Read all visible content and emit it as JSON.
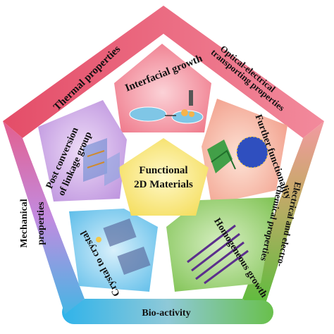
{
  "center": {
    "line1": "Functional",
    "line2": "2D Materials"
  },
  "outer": {
    "top_left": "Thermal properties",
    "top_right_line1": "Optical-electrical",
    "top_right_line2": "transporting properties",
    "right_line1": "Electrical and electro-",
    "right_line2": "chemical properties",
    "bottom": "Bio-activity",
    "left_line1": "Mechanical",
    "left_line2": "properties"
  },
  "inner": {
    "top": "Interfacial growth",
    "right": "Further functionality",
    "bottom_right": "Homogeneous growth",
    "bottom_left": "Crystal to crystal",
    "left_line1": "Post conversion",
    "left_line2": "of linkage group"
  },
  "colors": {
    "band_top_left": "#e7566f",
    "band_top_right": "#f4889a",
    "band_right": "#5fbf3b",
    "band_bottom": "#2bb5e6",
    "band_left": "#c58ce0",
    "tile_top": "#f17d8d",
    "tile_right": "#f4a78f",
    "tile_bottom_right": "#8cc95a",
    "tile_bottom_left": "#6dc4ec",
    "tile_left": "#c99fe2",
    "center": "#f6e36c"
  }
}
